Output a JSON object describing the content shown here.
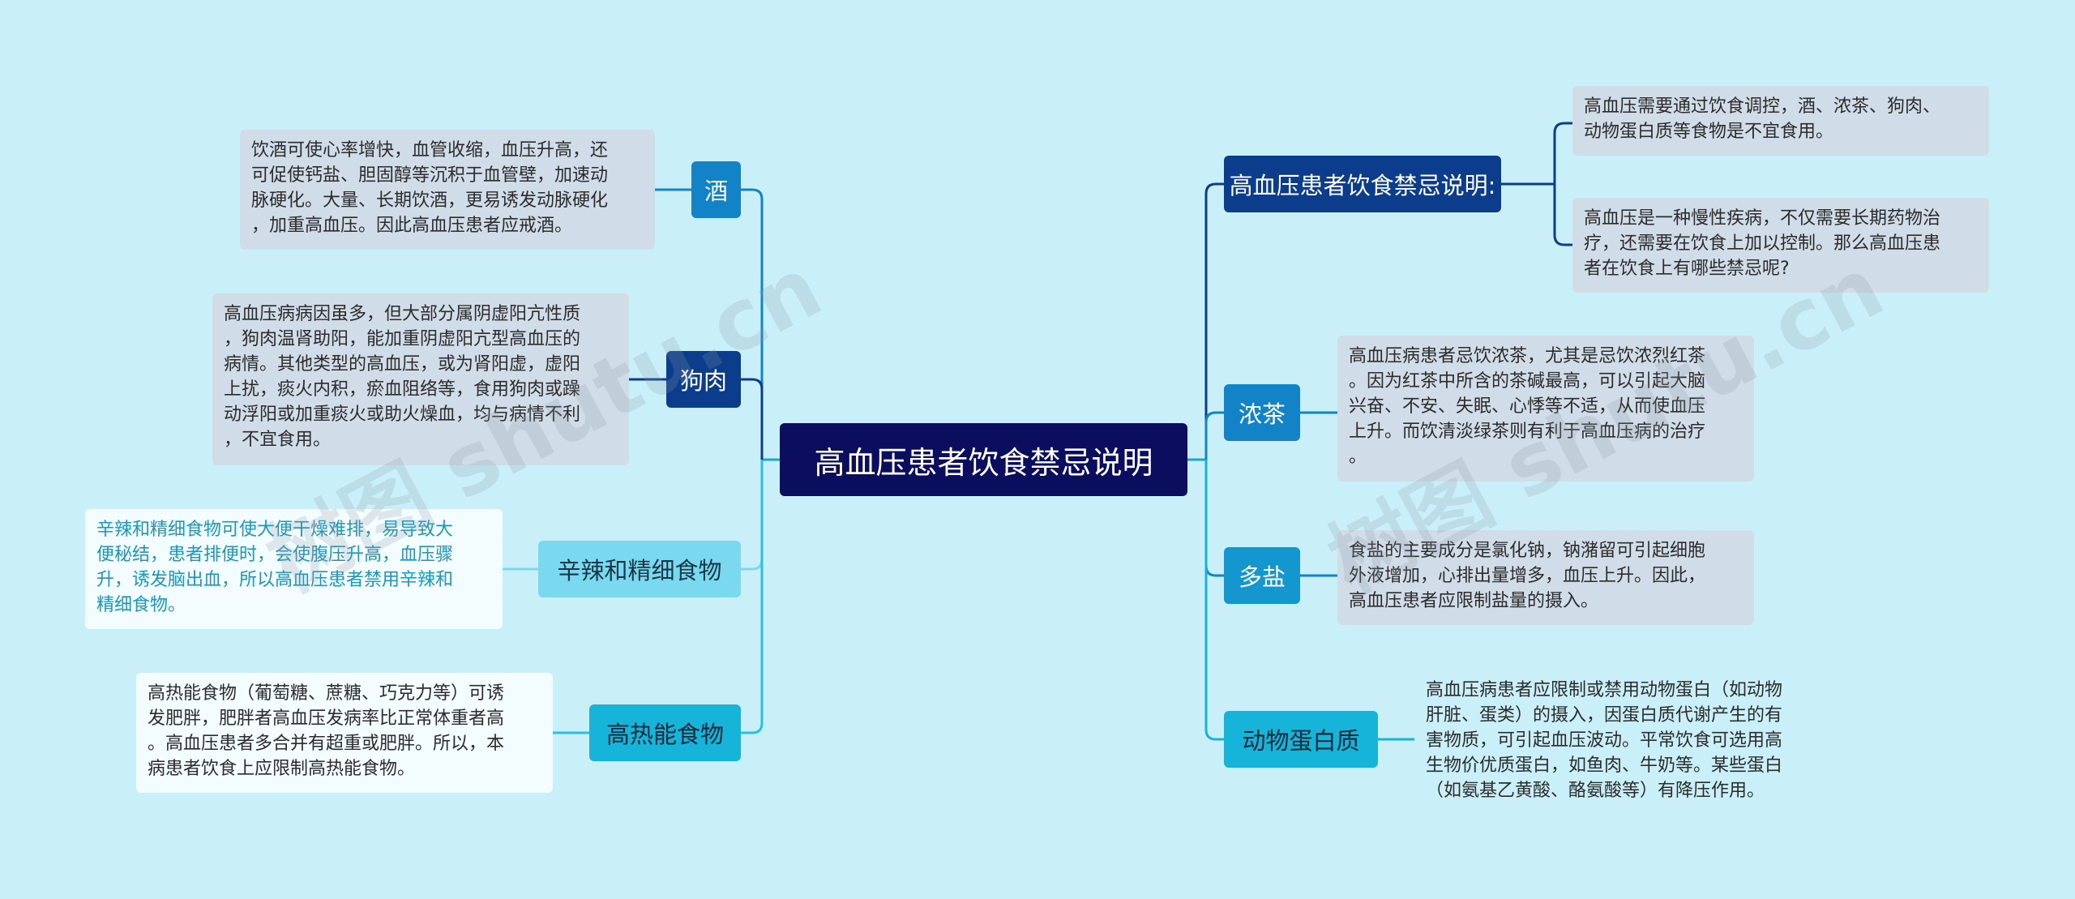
{
  "root": {
    "label": "高血压患者饮食禁忌说明"
  },
  "branches": {
    "jiu": {
      "label": "酒",
      "text": "饮酒可使心率增快，血管收缩，血压升高，还\n可促使钙盐、胆固醇等沉积于血管壁，加速动\n脉硬化。大量、长期饮酒，更易诱发动脉硬化\n，加重高血压。因此高血压患者应戒酒。"
    },
    "gourou": {
      "label": "狗肉",
      "text": "高血压病病因虽多，但大部分属阴虚阳亢性质\n，狗肉温肾助阳，能加重阴虚阳亢型高血压的\n病情。其他类型的高血压，或为肾阳虚，虚阳\n上扰，痰火内积，瘀血阻络等，食用狗肉或躁\n动浮阳或加重痰火或助火燥血，均与病情不利\n，不宜食用。"
    },
    "xinla": {
      "label": "辛辣和精细食物",
      "text": "辛辣和精细食物可使大便干燥难排，易导致大\n便秘结，患者排便时，会使腹压升高，血压骤\n升，诱发脑出血，所以高血压患者禁用辛辣和\n精细食物。"
    },
    "gaore": {
      "label": "高热能食物",
      "text": "高热能食物（葡萄糖、蔗糖、巧克力等）可诱\n发肥胖，肥胖者高血压发病率比正常体重者高\n。高血压患者多合并有超重或肥胖。所以，本\n病患者饮食上应限制高热能食物。"
    },
    "shuoming": {
      "label": "高血压患者饮食禁忌说明:",
      "text1": "高血压需要通过饮食调控，酒、浓茶、狗肉、\n动物蛋白质等食物是不宜食用。",
      "text2": "高血压是一种慢性疾病，不仅需要长期药物治\n疗，还需要在饮食上加以控制。那么高血压患\n者在饮食上有哪些禁忌呢?"
    },
    "nongcha": {
      "label": "浓茶",
      "text": "高血压病患者忌饮浓茶，尤其是忌饮浓烈红茶\n。因为红茶中所含的茶碱最高，可以引起大脑\n兴奋、不安、失眠、心悸等不适，从而使血压\n上升。而饮清淡绿茶则有利于高血压病的治疗\n。"
    },
    "duoyan": {
      "label": "多盐",
      "text": "食盐的主要成分是氯化钠，钠潴留可引起细胞\n外液增加，心排出量增多，血压上升。因此，\n高血压患者应限制盐量的摄入。"
    },
    "danbai": {
      "label": "动物蛋白质",
      "text": "高血压病患者应限制或禁用动物蛋白（如动物\n肝脏、蛋类）的摄入，因蛋白质代谢产生的有\n害物质，可引起血压波动。平常饮食可选用高\n生物价优质蛋白，如鱼肉、牛奶等。某些蛋白\n（如氨基乙黄酸、酪氨酸等）有降压作用。"
    }
  },
  "watermarks": [
    "树图 shutu.cn",
    "树图 shutu.cn"
  ],
  "colors": {
    "background": "#c9f0f8",
    "root": "#0b0e5f",
    "dark": "#0b3d8c",
    "mid": "#1283c7",
    "light": "#7ad9ef",
    "cyan": "#16b4d8"
  }
}
